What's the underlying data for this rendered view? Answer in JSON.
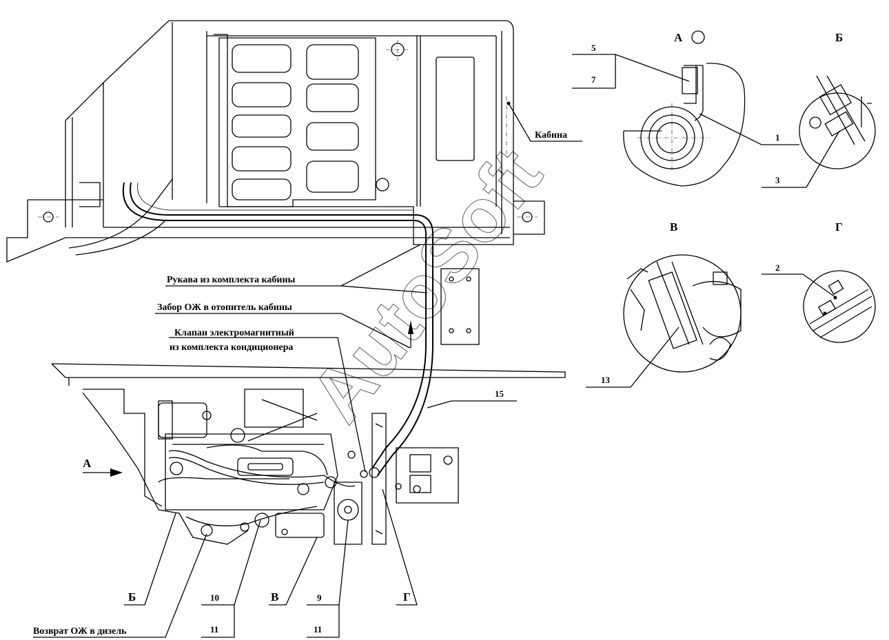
{
  "labels": {
    "view_a": "А",
    "view_b": "Б",
    "view_v": "В",
    "view_g": "Г",
    "cabin": "Кабина",
    "cabin_hoses": "Рукава из комплекта кабины",
    "coolant_intake": "Забор ОЖ в отопитель кабины",
    "valve_line1": "Клапан электромагнитный",
    "valve_line2": "из комплекта кондиционера",
    "coolant_return": "Возврат ОЖ в дизель",
    "arrow_a": "А",
    "callout_b": "Б",
    "callout_v": "В",
    "callout_g": "Г"
  },
  "positions": {
    "p5": "5",
    "p7": "7",
    "p1": "1",
    "p3": "3",
    "p2": "2",
    "p13": "13",
    "p15": "15",
    "p10": "10",
    "p11a": "11",
    "p9": "9",
    "p11b": "11"
  },
  "watermark": "AutoSoft"
}
